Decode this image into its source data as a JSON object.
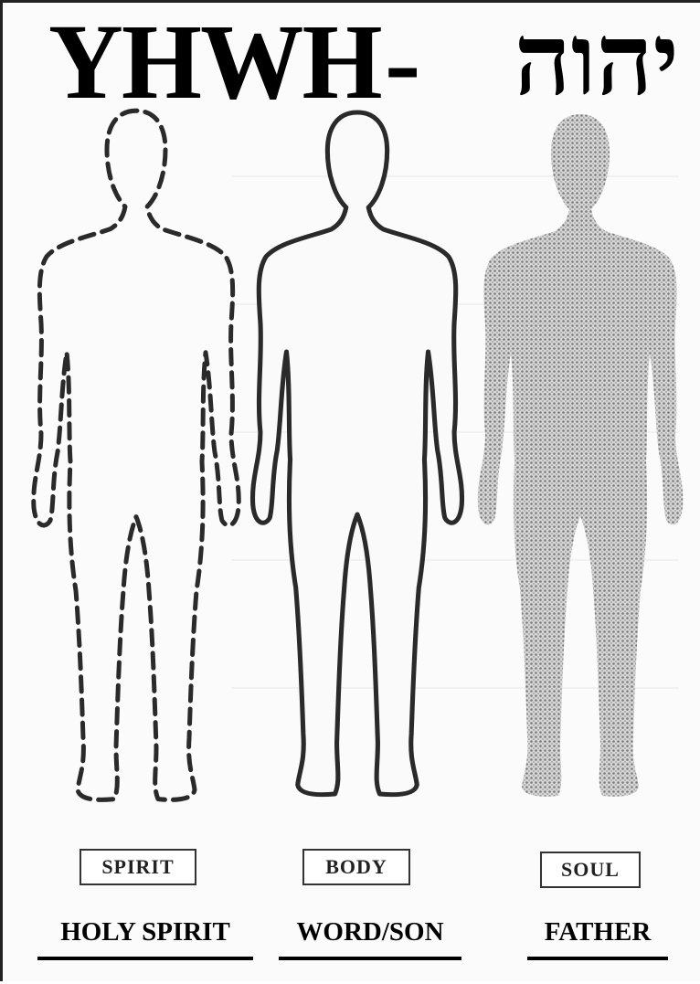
{
  "title": {
    "latin": "YHWH",
    "separator": "-",
    "hebrew": "יהוה"
  },
  "figures": [
    {
      "style": "dashed-outline",
      "box_label": "SPIRIT",
      "caption": "HOLY SPIRIT"
    },
    {
      "style": "solid-outline",
      "box_label": "BODY",
      "caption": "WORD/SON"
    },
    {
      "style": "stippled-fill",
      "box_label": "SOUL",
      "caption": "FATHER"
    }
  ],
  "colors": {
    "ink": "#000000",
    "stipple": "#8a8a8a",
    "background": "#fbfbfb"
  }
}
